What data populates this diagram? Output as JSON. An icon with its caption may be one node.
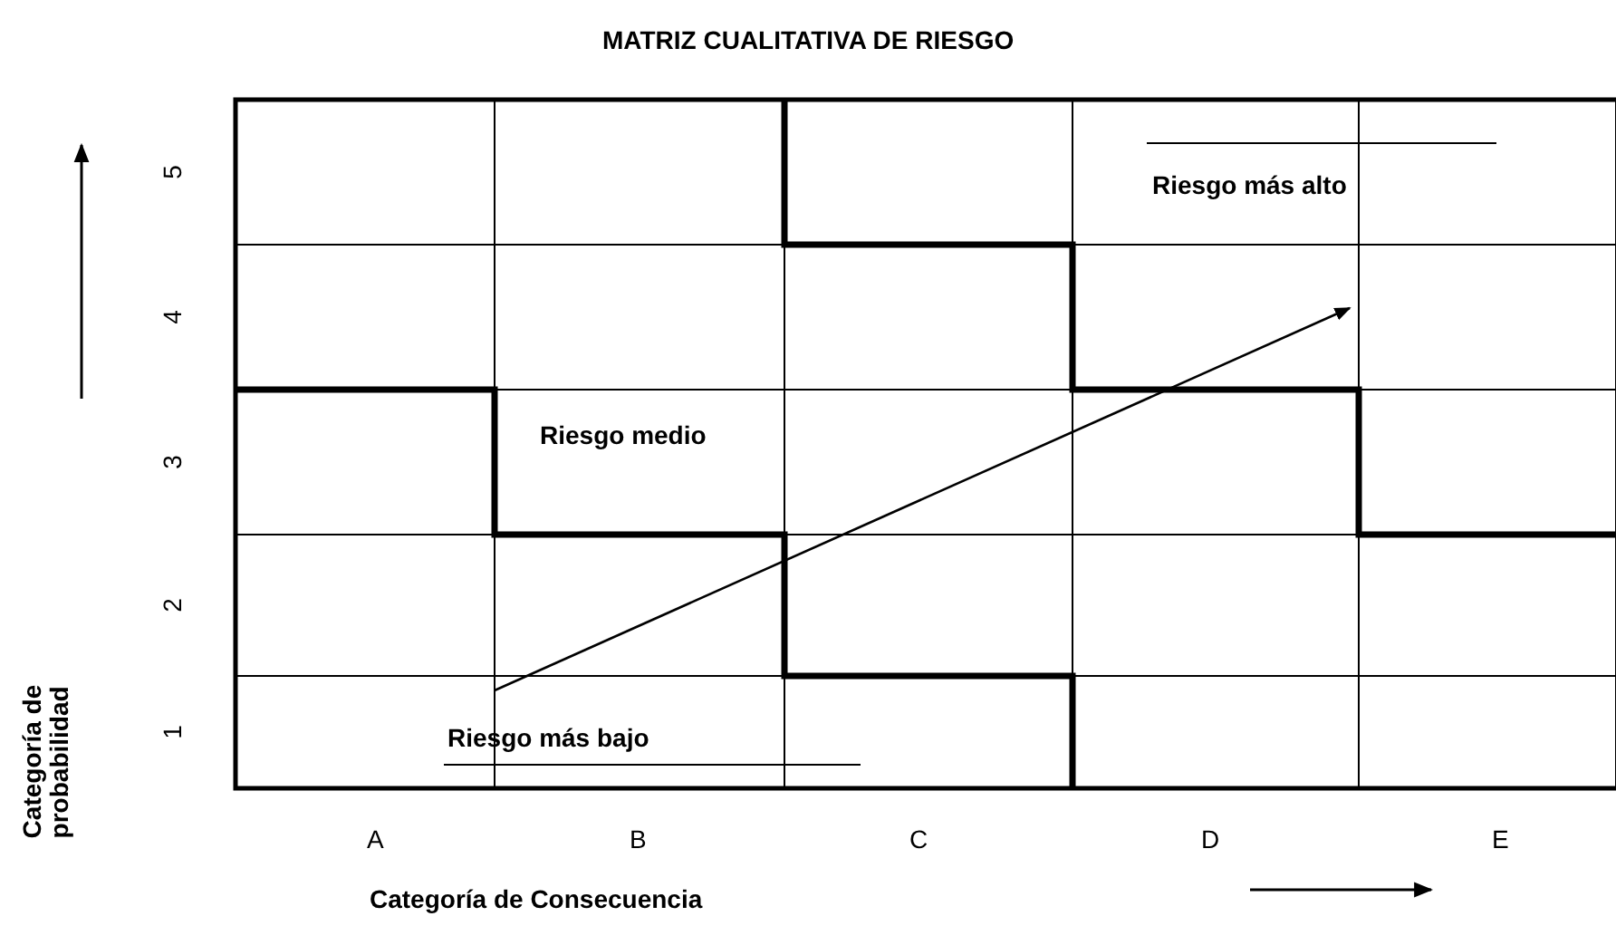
{
  "diagram": {
    "title": "MATRIZ CUALITATIVA DE RIESGO",
    "labels": [
      "5",
      "4",
      "3",
      "2",
      "1",
      "A",
      "B",
      "C",
      "D",
      "E",
      "Riesgo más alto",
      "Riesgo medio",
      "Riesgo más bajo",
      "Categoría de probabilidad",
      "Categoría de Consecuencia"
    ]
  }
}
